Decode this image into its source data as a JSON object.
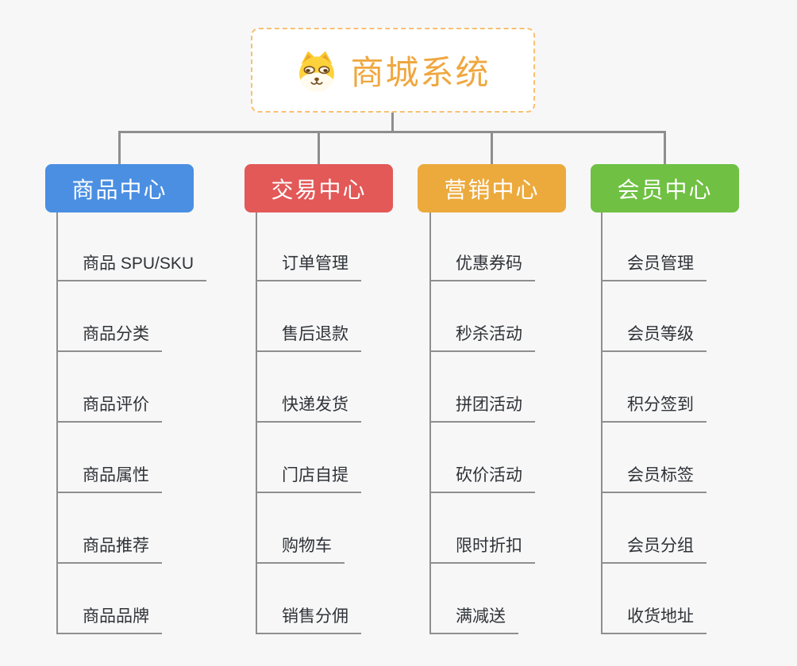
{
  "root": {
    "label": "商城系统",
    "icon": "dog-icon",
    "text_color": "#efa73f",
    "border_color": "#f8c073",
    "background": "#ffffff"
  },
  "connector_color": "#8e8e8e",
  "leaf_underline_color": "#8e8e8e",
  "page_background": "#f7f7f7",
  "branches": [
    {
      "label": "商品中心",
      "color": "#4a8fe2",
      "items": [
        "商品 SPU/SKU",
        "商品分类",
        "商品评价",
        "商品属性",
        "商品推荐",
        "商品品牌"
      ]
    },
    {
      "label": "交易中心",
      "color": "#e25958",
      "items": [
        "订单管理",
        "售后退款",
        "快递发货",
        "门店自提",
        "购物车",
        "销售分佣"
      ]
    },
    {
      "label": "营销中心",
      "color": "#ecaa3d",
      "items": [
        "优惠券码",
        "秒杀活动",
        "拼团活动",
        "砍价活动",
        "限时折扣",
        "满减送"
      ]
    },
    {
      "label": "会员中心",
      "color": "#6fc043",
      "items": [
        "会员管理",
        "会员等级",
        "积分签到",
        "会员标签",
        "会员分组",
        "收货地址"
      ]
    }
  ]
}
